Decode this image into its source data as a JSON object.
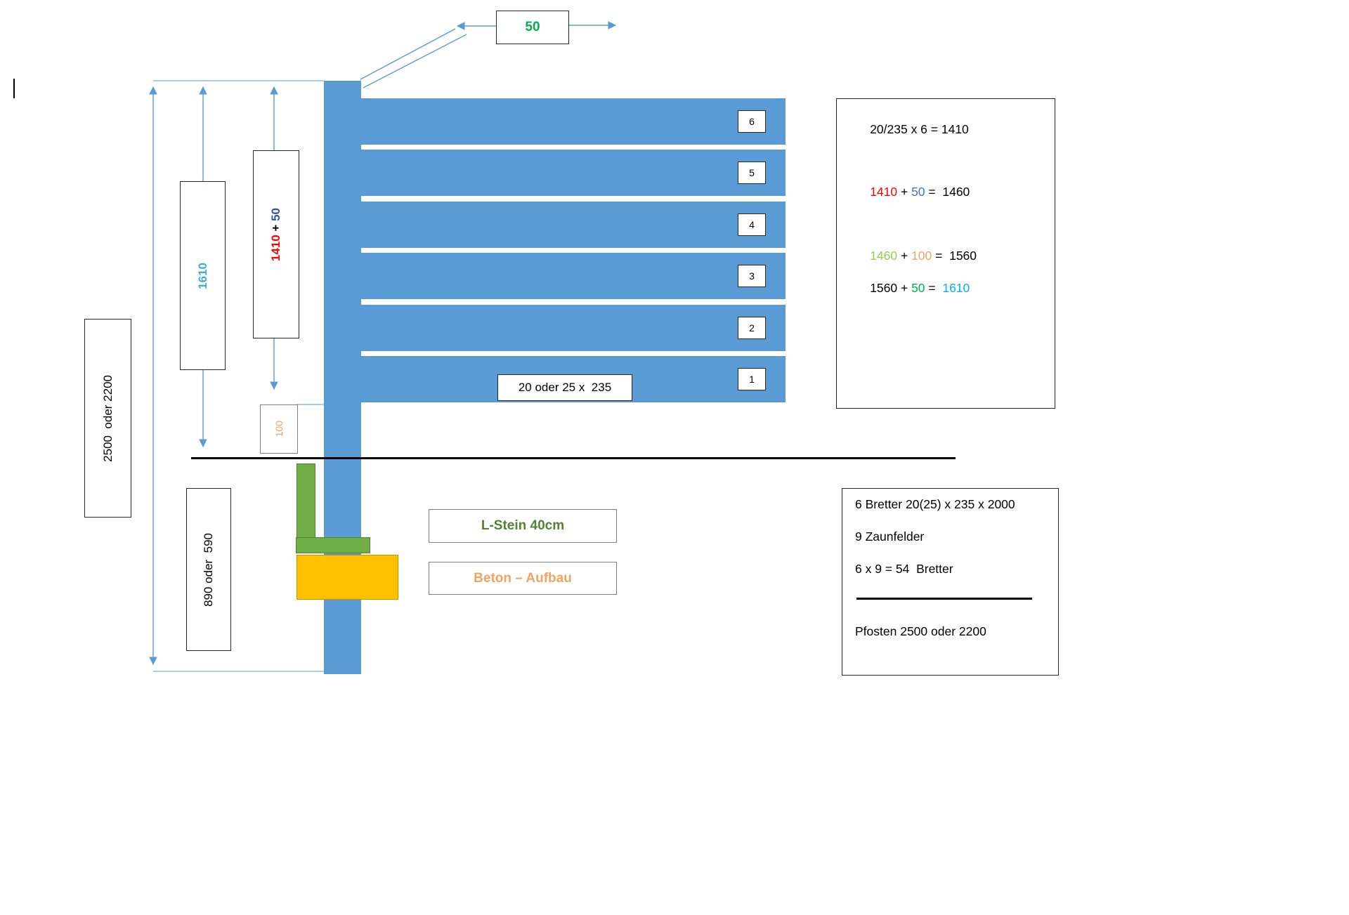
{
  "diagram": {
    "top_dimension": {
      "value": "50"
    },
    "boards": [
      {
        "number": "6"
      },
      {
        "number": "5"
      },
      {
        "number": "4"
      },
      {
        "number": "3"
      },
      {
        "number": "2"
      },
      {
        "number": "1"
      }
    ],
    "board_size_label": "20 oder 25 x  235",
    "left_dimensions": {
      "total_height": "2500  oder 2200",
      "above_ground": "1610",
      "boards_height": "1410",
      "plus_sign": " + ",
      "gap_value": "50",
      "extra_gap": "100",
      "below_ground": "890 oder  590"
    },
    "foundation_labels": {
      "l_stone": "L-Stein 40cm",
      "concrete": "Beton – Aufbau"
    },
    "calc_box": {
      "line1": "20/235 x 6 = 1410",
      "line2": {
        "a": "1410",
        "b": " + ",
        "c": "50",
        "d": " =  1460"
      },
      "line3": {
        "a": "1460",
        "b": " + ",
        "c": "100",
        "d": " =  1560"
      },
      "line4": {
        "a": "1560 + ",
        "b": "50",
        "c": " =  ",
        "d": "1610"
      }
    },
    "summary_box": {
      "line1": "6 Bretter 20(25) x 235 x 2000",
      "line2": "9 Zaunfelder",
      "line3": "6 x 9 = 54  Bretter",
      "line4": "Pfosten 2500 oder 2200"
    },
    "colors": {
      "shape_blue": "#5B9BD5",
      "shape_green": "#70AD47",
      "shape_yellow": "#FFC000",
      "arrow_blue": "#5B9BD5",
      "text_red": "#FF0000",
      "text_blue": "#4472C4",
      "text_navy": "#2F5496",
      "text_green": "#00B050",
      "text_light_green": "#92D050",
      "text_orange": "#F0A460",
      "text_cyan": "#00B0F0",
      "text_sky_blue": "#3FA9DC",
      "text_dark_green": "#538135"
    }
  }
}
